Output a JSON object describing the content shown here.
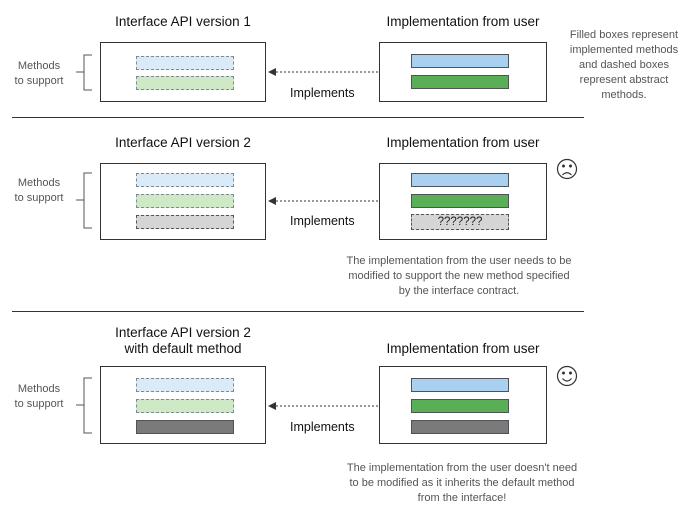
{
  "legend_note": "Filled boxes represent implemented methods and dashed boxes represent abstract methods.",
  "panels": [
    {
      "interface_title": "Interface API version 1",
      "user_title": "Implementation from user",
      "methods_label": "Methods\nto support",
      "arrow_label": "Implements",
      "note": "",
      "mood": "none"
    },
    {
      "interface_title": "Interface API version 2",
      "user_title": "Implementation from user",
      "methods_label": "Methods\nto support",
      "arrow_label": "Implements",
      "missing_method_text": "???????",
      "note": "The implementation from the user needs to be modified to support the new method specified by the interface contract.",
      "mood": "sad"
    },
    {
      "interface_title": "Interface API version 2\nwith default method",
      "user_title": "Implementation from user",
      "methods_label": "Methods\nto support",
      "arrow_label": "Implements",
      "note": "The implementation from the user doesn't need to be modified as it inherits the default method from the interface!",
      "mood": "happy"
    }
  ]
}
